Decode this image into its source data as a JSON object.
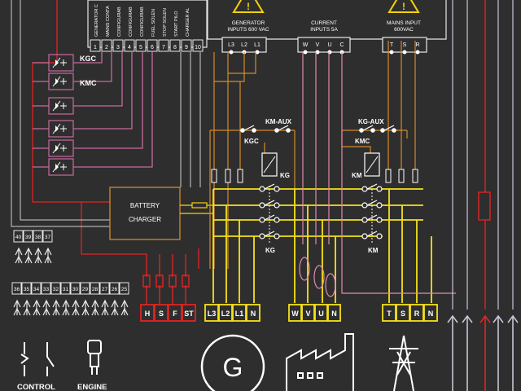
{
  "controller": {
    "pin_labels": [
      "GENERATOR C",
      "MAINS CONTA",
      "CONFIGURAB",
      "CONFIGURAB",
      "CONFIGURAB",
      "FUEL SOLEN",
      "STOP SOLEN",
      "START PILO",
      "CHARGER AL"
    ],
    "pin_numbers": [
      "1",
      "2",
      "3",
      "4",
      "5",
      "6",
      "7",
      "8",
      "9",
      "10"
    ]
  },
  "inputs": {
    "generator": {
      "title": "GENERATOR",
      "subtitle": "INPUTS 600 VAC",
      "terminals": [
        "L3",
        "L2",
        "L1"
      ]
    },
    "current": {
      "title": "CURRENT",
      "subtitle": "INPUTS 5A",
      "terminals": [
        "W",
        "V",
        "U",
        "C"
      ]
    },
    "mains": {
      "title": "MAINS INPUT",
      "subtitle": "600VAC",
      "terminals": [
        "T",
        "S",
        "R"
      ]
    }
  },
  "relays": {
    "kgc": "KGC",
    "kmc": "KMC"
  },
  "aux": {
    "km_aux": "KM-AUX",
    "kgc": "KGC",
    "kg_coil": "KG",
    "kg_aux": "KG-AUX",
    "kmc": "KMC",
    "km_coil": "KM",
    "kg_contactor": "KG",
    "km_contactor": "KM"
  },
  "battery_charger": {
    "line1": "BATTERY",
    "line2": "CHARGER"
  },
  "terminal_blocks": {
    "top_left": [
      "40",
      "39",
      "38",
      "37"
    ],
    "mid_left": [
      "36",
      "35",
      "34",
      "33",
      "32",
      "31",
      "30",
      "29",
      "28",
      "27",
      "26",
      "25"
    ]
  },
  "bottom_terminals": {
    "control": [
      "H",
      "S",
      "F",
      "ST"
    ],
    "generator": [
      "L3",
      "L2",
      "L1",
      "N"
    ],
    "current": [
      "W",
      "V",
      "U",
      "N"
    ],
    "mains": [
      "T",
      "S",
      "R",
      "N"
    ]
  },
  "bottom_labels": {
    "control": "CONTROL",
    "engine": "ENGINE",
    "generator_symbol": "G"
  }
}
